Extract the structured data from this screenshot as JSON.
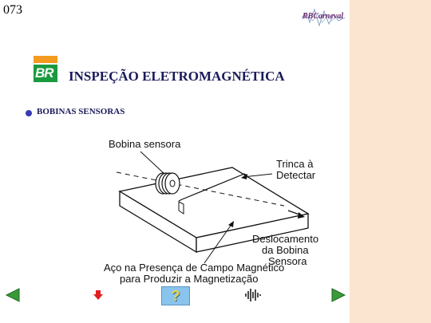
{
  "slide": {
    "number": "073",
    "logo_text": "RBCarneval",
    "brand_mark": "BR",
    "title": "INSPEÇÃO ELETROMAGNÉTICA",
    "subtitle": "BOBINAS SENSORAS"
  },
  "diagram": {
    "label_coil": "Bobina sensora",
    "label_crack_line1": "Trinca à",
    "label_crack_line2": "Detectar",
    "label_move_line1": "Deslocamento",
    "label_move_line2": "da Bobina",
    "label_move_line3": "Sensora",
    "label_steel_line1": "Aço na Presença de Campo Magnético",
    "label_steel_line2": "para Produzir a Magnetização"
  },
  "nav": {
    "help_label": "?",
    "prev_icon": "triangle-left-icon",
    "next_icon": "triangle-right-icon",
    "down_icon": "arrow-down-icon",
    "sound_icon": "sound-wave-icon"
  },
  "colors": {
    "background": "#fbe5d0",
    "title": "#1a1a5a",
    "bullet": "#3a3ab4",
    "nav_arrow": "#3a9a3a",
    "down_arrow": "#e02020",
    "help_bg": "#88c4ee",
    "br_orange": "#f39a1f",
    "br_green": "#1a9a3e"
  }
}
